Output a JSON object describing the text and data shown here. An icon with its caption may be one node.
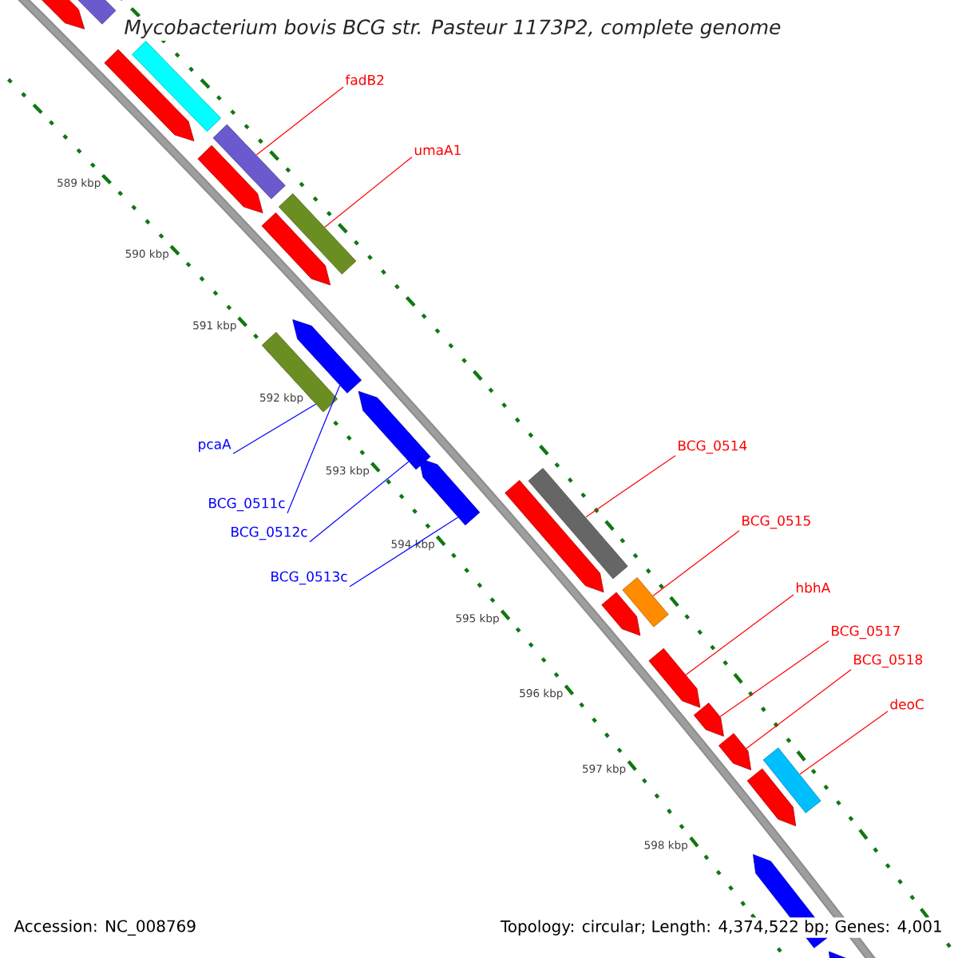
{
  "diagram": {
    "title": "Mycobacterium bovis BCG str. Pasteur 1173P2, complete genome",
    "nodes": [
      {
        "text": [
          "fadB2"
        ]
      },
      {
        "text": [
          "umaA1"
        ]
      },
      {
        "text": [
          "pcaA"
        ]
      },
      {
        "text": [
          "BCG_0511c"
        ]
      },
      {
        "text": [
          "BCG_0512c"
        ]
      },
      {
        "text": [
          "BCG_0513c"
        ]
      },
      {
        "text": [
          "BCG_0514"
        ]
      },
      {
        "text": [
          "BCG_0515"
        ]
      },
      {
        "text": [
          "hbhA"
        ]
      },
      {
        "text": [
          "BCG_0517"
        ]
      },
      {
        "text": [
          "BCG_0518"
        ]
      },
      {
        "text": [
          "deoC"
        ]
      },
      {
        "text": [],
        "shape": "arrow"
      },
      {
        "text": [],
        "shape": "bar"
      },
      {
        "text": [],
        "shape": "arrow"
      },
      {
        "text": [],
        "shape": "bar"
      },
      {
        "text": [],
        "shape": "bar"
      },
      {
        "text": [],
        "shape": "arrow"
      },
      {
        "text": [],
        "shape": "bar"
      },
      {
        "text": [],
        "shape": "arrow"
      },
      {
        "text": [],
        "shape": "bar"
      },
      {
        "text": [],
        "shape": "arrow"
      },
      {
        "text": [],
        "shape": "arrow"
      },
      {
        "text": [],
        "shape": "arrow"
      },
      {
        "text": [],
        "shape": "arrow"
      },
      {
        "text": [],
        "shape": "bar"
      },
      {
        "text": [],
        "shape": "arrow"
      },
      {
        "text": [],
        "shape": "bar"
      },
      {
        "text": [],
        "shape": "arrow"
      },
      {
        "text": [],
        "shape": "arrow"
      },
      {
        "text": [],
        "shape": "arrow"
      },
      {
        "text": [],
        "shape": "bar"
      },
      {
        "text": [],
        "shape": "arrow"
      },
      {
        "text": [],
        "shape": "arrow"
      },
      {
        "text": [],
        "shape": "arrow"
      }
    ],
    "edges": [
      {
        "from": 0,
        "to": 16,
        "arrow": "none"
      },
      {
        "from": 1,
        "to": 18,
        "arrow": "none"
      },
      {
        "from": 2,
        "to": 20,
        "arrow": "none",
        "color": "#0000ff"
      },
      {
        "from": 3,
        "to": 21,
        "arrow": "none",
        "color": "#0000ff"
      },
      {
        "from": 4,
        "to": 22,
        "arrow": "none",
        "color": "#0000ff"
      },
      {
        "from": 5,
        "to": 23,
        "arrow": "none",
        "color": "#0000ff"
      },
      {
        "from": 6,
        "to": 25,
        "arrow": "none"
      },
      {
        "from": 7,
        "to": 27,
        "arrow": "none"
      },
      {
        "from": 8,
        "to": 28,
        "arrow": "none"
      },
      {
        "from": 9,
        "to": 29,
        "arrow": "none"
      },
      {
        "from": 10,
        "to": 30,
        "arrow": "none"
      },
      {
        "from": 11,
        "to": 31,
        "arrow": "none"
      }
    ],
    "labels": [
      "589 kbp",
      "590 kbp",
      "591 kbp",
      "592 kbp",
      "593 kbp",
      "594 kbp",
      "595 kbp",
      "596 kbp",
      "597 kbp",
      "598 kbp",
      "Accession: NC_008769",
      "Topology: circular; Length: 4,374,522 bp; Genes: 4,001"
    ]
  }
}
